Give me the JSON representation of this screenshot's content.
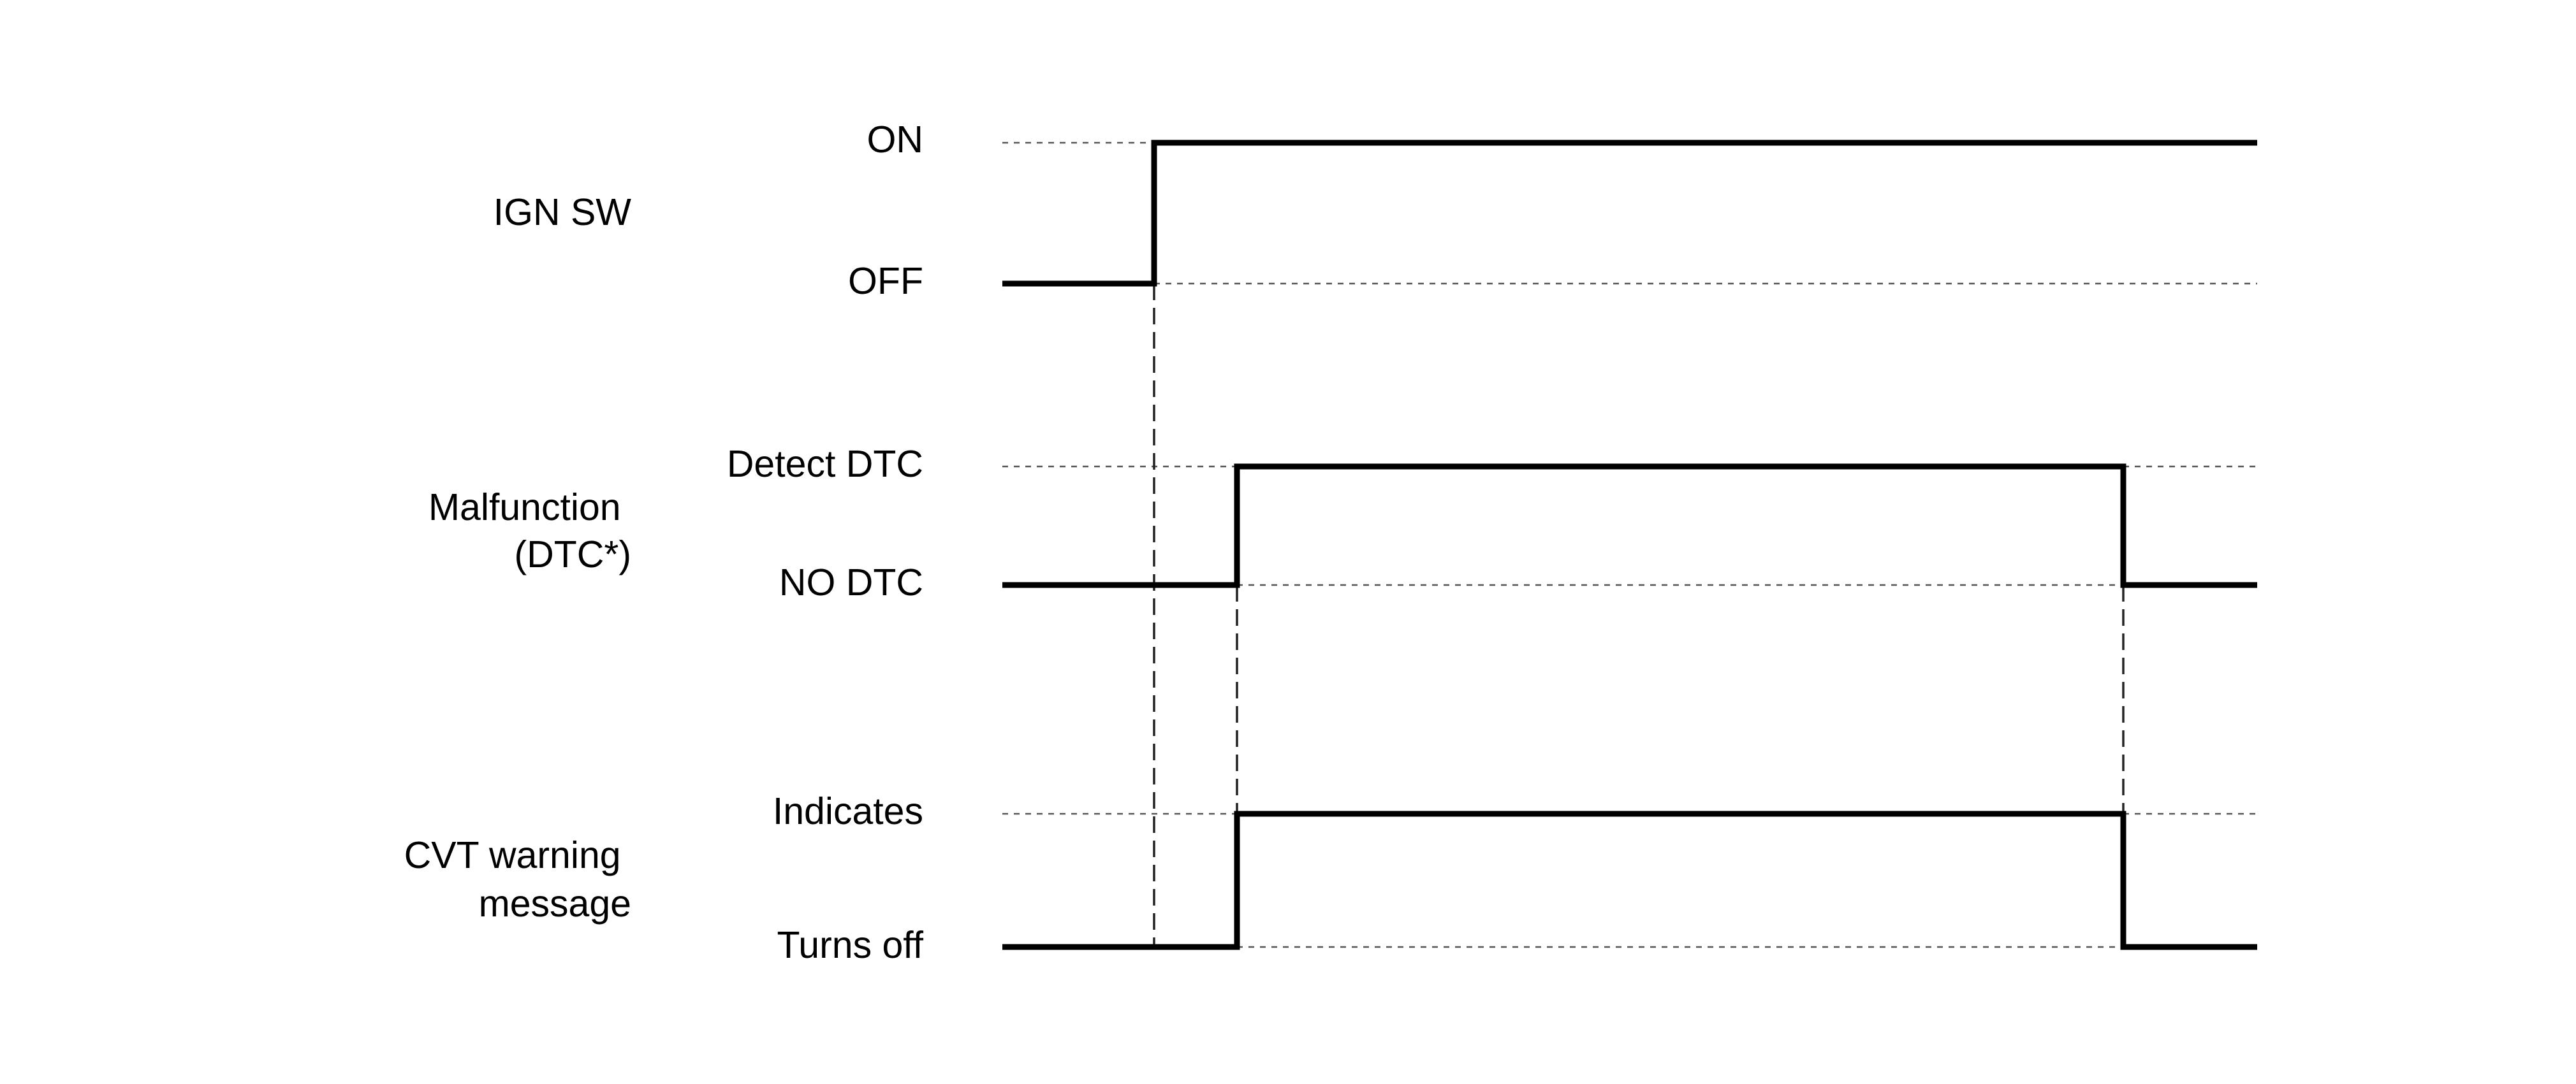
{
  "signals": [
    {
      "name": "IGN SW",
      "high_label": "ON",
      "low_label": "OFF",
      "sequence": [
        "OFF",
        "ON"
      ]
    },
    {
      "name": "Malfunction\n(DTC*)",
      "high_label": "Detect DTC",
      "low_label": "NO DTC",
      "sequence": [
        "NO DTC",
        "Detect DTC",
        "NO DTC"
      ]
    },
    {
      "name": "CVT warning\nmessage",
      "high_label": "Indicates",
      "low_label": "Turns off",
      "sequence": [
        "Turns off",
        "Indicates",
        "Turns off"
      ]
    }
  ],
  "colors": {
    "signal": "#000000",
    "guide_dotted": "#555555",
    "guide_dashed": "#222222",
    "background": "#ffffff"
  }
}
